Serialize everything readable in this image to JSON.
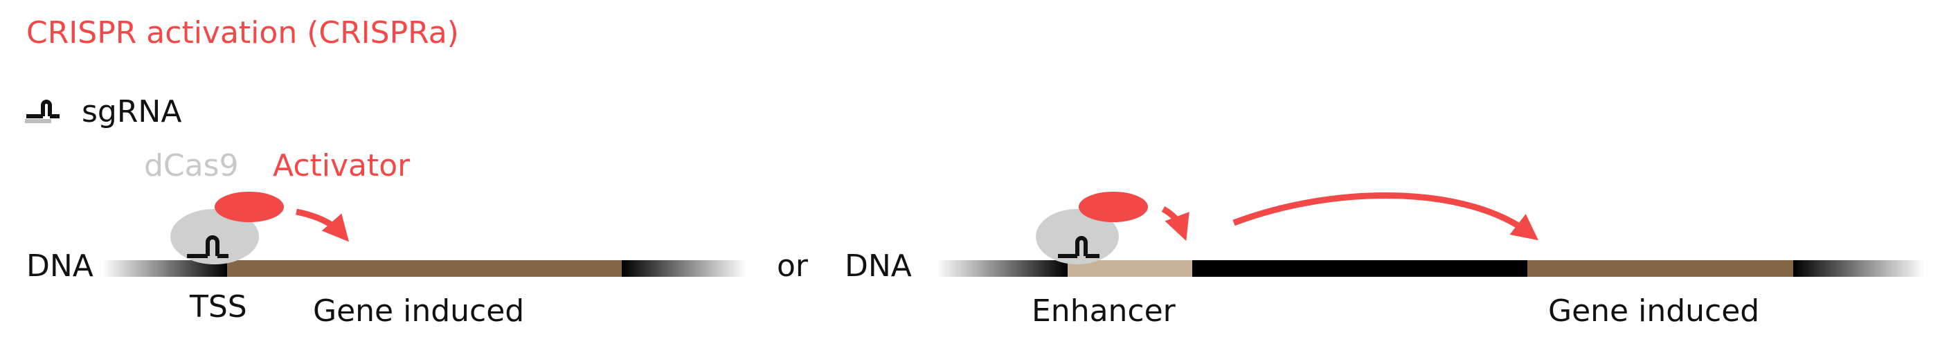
{
  "title": "CRISPR activation (CRISPRa)",
  "legend": {
    "sgrna_label": "sgRNA"
  },
  "left_panel": {
    "dna_label": "DNA",
    "dcas9_label": "dCas9",
    "activator_label": "Activator",
    "tss_label": "TSS",
    "gene_label": "Gene induced"
  },
  "separator": "or",
  "right_panel": {
    "dna_label": "DNA",
    "enhancer_label": "Enhancer",
    "gene_label": "Gene induced"
  },
  "colors": {
    "accent_red": "#f24848",
    "dcas9_gray": "#cfcfcf",
    "gene_brown": "#846546",
    "enhancer_tan": "#c9b396",
    "dna_black": "#000000",
    "text_black": "#111111",
    "label_gray": "#c8c8c8"
  }
}
